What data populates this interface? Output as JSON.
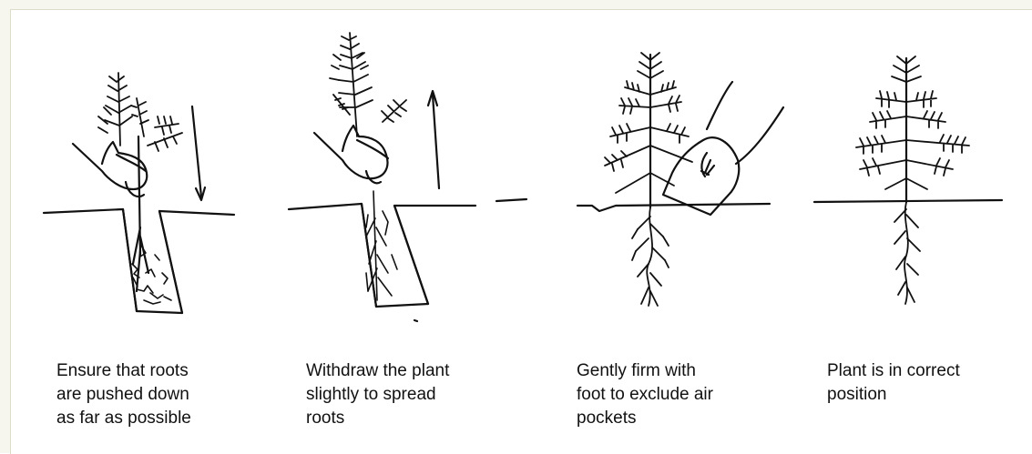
{
  "steps": [
    {
      "id": "push-down",
      "caption": [
        "Ensure that roots",
        "are pushed down",
        "as far as possible"
      ]
    },
    {
      "id": "withdraw",
      "caption": [
        "Withdraw the plant",
        "slightly to spread",
        "roots"
      ]
    },
    {
      "id": "firm",
      "caption": [
        "Gently firm with",
        "foot to exclude air",
        "pockets"
      ]
    },
    {
      "id": "correct",
      "caption": [
        "Plant is in correct",
        "position"
      ]
    }
  ],
  "colors": {
    "ink": "#111111",
    "background": "#ffffff",
    "frame": "#f6f6ee"
  }
}
